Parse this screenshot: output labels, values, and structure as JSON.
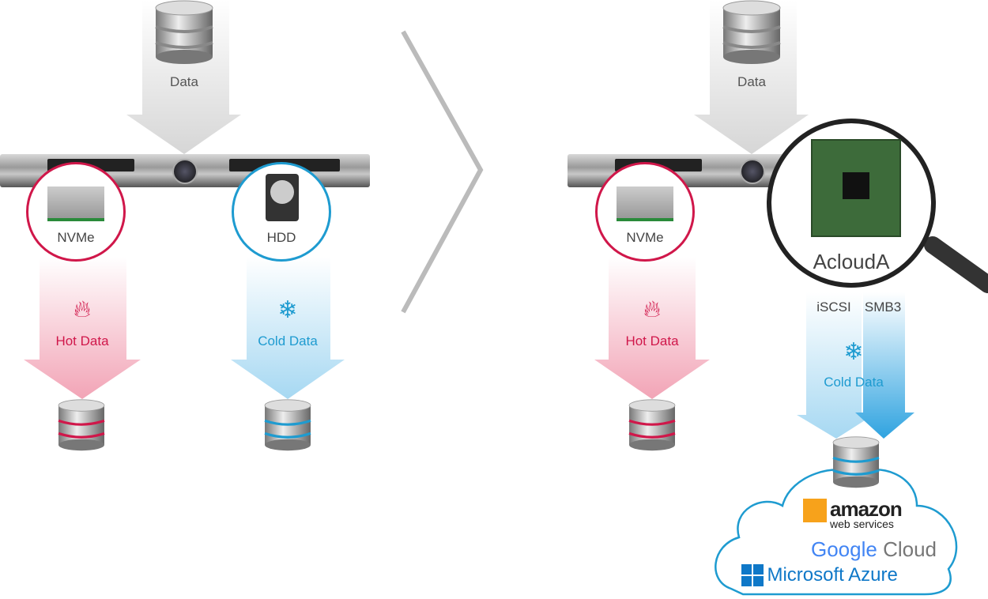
{
  "left": {
    "data_label": "Data",
    "nvme_label": "NVMe",
    "hdd_label": "HDD",
    "hot_label": "Hot Data",
    "cold_label": "Cold Data"
  },
  "right": {
    "data_label": "Data",
    "nvme_label": "NVMe",
    "hot_label": "Hot Data",
    "acloud_label": "AcloudA",
    "iscsi_label": "iSCSI",
    "smb_label": "SMB3",
    "cold_label": "Cold Data"
  },
  "cloud": {
    "aws_top": "amazon",
    "aws_bottom": "web services",
    "google": "Google",
    "google_cloud": "Cloud",
    "azure": "Microsoft Azure"
  },
  "colors": {
    "hot": "#d0174a",
    "cold": "#1e9bd0",
    "gray": "#bbbbbb"
  }
}
